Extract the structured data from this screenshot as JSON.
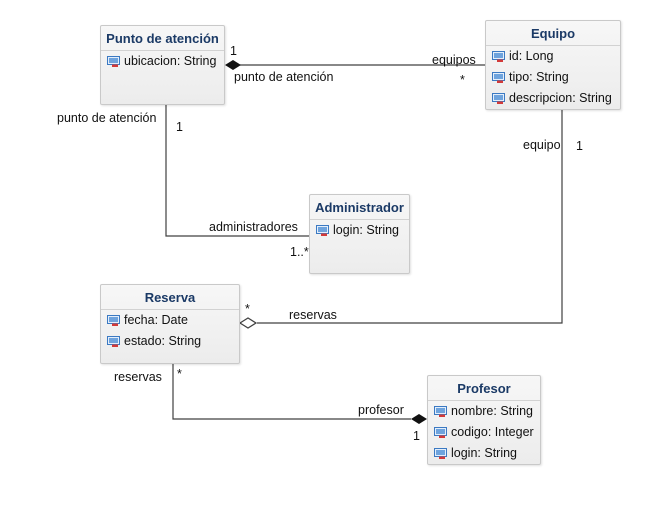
{
  "classes": {
    "punto": {
      "name": "Punto de atención",
      "attributes": [
        "ubicacion: String"
      ]
    },
    "equipo": {
      "name": "Equipo",
      "attributes": [
        "id: Long",
        "tipo: String",
        "descripcion: String"
      ]
    },
    "administrador": {
      "name": "Administrador",
      "attributes": [
        "login: String"
      ]
    },
    "reserva": {
      "name": "Reserva",
      "attributes": [
        "fecha: Date",
        "estado: String"
      ]
    },
    "profesor": {
      "name": "Profesor",
      "attributes": [
        "nombre: String",
        "codigo: Integer",
        "login: String"
      ]
    }
  },
  "associations": {
    "punto_equipo": {
      "source_multiplicity": "1",
      "source_role": "punto de atención",
      "target_role": "equipos",
      "target_multiplicity": "*"
    },
    "punto_admin": {
      "source_role": "punto de atención",
      "source_multiplicity": "1",
      "target_role": "administradores",
      "target_multiplicity": "1..*"
    },
    "equipo_reserva": {
      "source_role": "equipo",
      "source_multiplicity": "1",
      "target_multiplicity": "*",
      "target_role": "reservas"
    },
    "reserva_profesor": {
      "source_role": "reservas",
      "source_multiplicity": "*",
      "target_role": "profesor",
      "target_multiplicity": "1"
    }
  },
  "colors": {
    "title": "#1b3a66",
    "line": "#404040",
    "box_border": "#c9c9c9",
    "icon_screen": "#3b79c2",
    "icon_mark": "#d23a3a"
  },
  "icons": {
    "attribute": "attribute-property-icon"
  }
}
